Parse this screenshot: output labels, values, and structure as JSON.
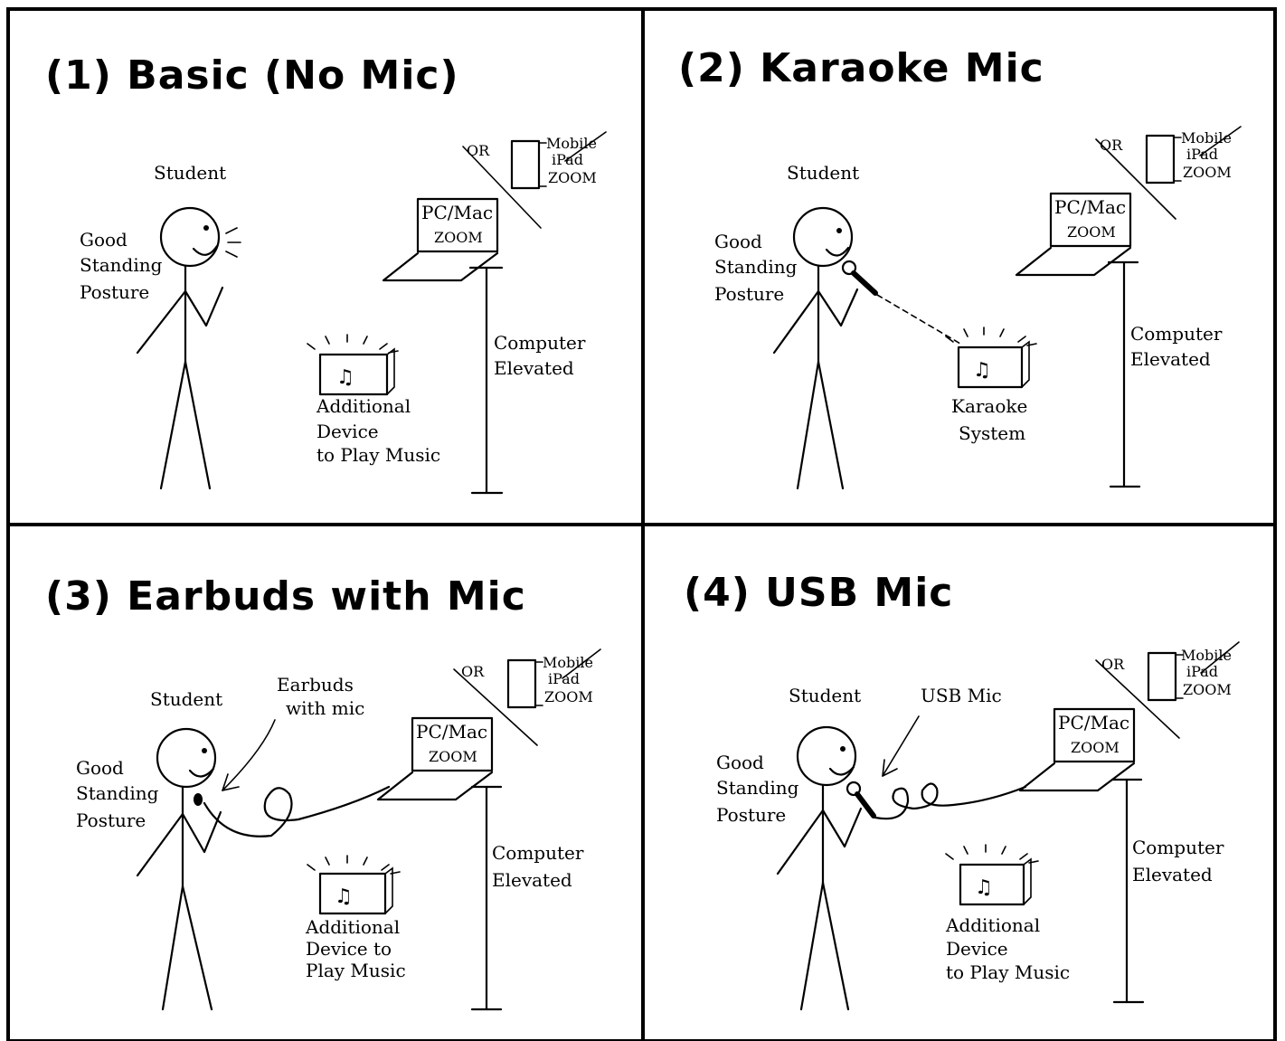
{
  "panels": [
    {
      "title": "(1) Basic (No Mic)",
      "student": "Student",
      "posture": [
        "Good",
        "Standing",
        "Posture"
      ],
      "or": "OR",
      "mobile": [
        "Mobile",
        "iPad",
        "ZOOM"
      ],
      "laptop": [
        "PC/Mac",
        "ZOOM"
      ],
      "stand": [
        "Computer",
        "Elevated"
      ],
      "speaker": [
        "Additional",
        "Device",
        "to Play Music"
      ]
    },
    {
      "title": "(2) Karaoke Mic",
      "student": "Student",
      "posture": [
        "Good",
        "Standing",
        "Posture"
      ],
      "or": "OR",
      "mobile": [
        "Mobile",
        "iPad",
        "ZOOM"
      ],
      "laptop": [
        "PC/Mac",
        "ZOOM"
      ],
      "stand": [
        "Computer",
        "Elevated"
      ],
      "speaker": [
        "Karaoke",
        "System"
      ]
    },
    {
      "title": "(3) Earbuds with Mic",
      "student": "Student",
      "posture": [
        "Good",
        "Standing",
        "Posture"
      ],
      "mic_label": [
        "Earbuds",
        "with mic"
      ],
      "or": "OR",
      "mobile": [
        "Mobile",
        "iPad",
        "ZOOM"
      ],
      "laptop": [
        "PC/Mac",
        "ZOOM"
      ],
      "stand": [
        "Computer",
        "Elevated"
      ],
      "speaker": [
        "Additional",
        "Device to",
        "Play Music"
      ]
    },
    {
      "title": "(4) USB Mic",
      "student": "Student",
      "posture": [
        "Good",
        "Standing",
        "Posture"
      ],
      "mic_label": [
        "USB Mic"
      ],
      "or": "OR",
      "mobile": [
        "Mobile",
        "iPad",
        "ZOOM"
      ],
      "laptop": [
        "PC/Mac",
        "ZOOM"
      ],
      "stand": [
        "Computer",
        "Elevated"
      ],
      "speaker": [
        "Additional",
        "Device",
        "to Play Music"
      ]
    }
  ]
}
